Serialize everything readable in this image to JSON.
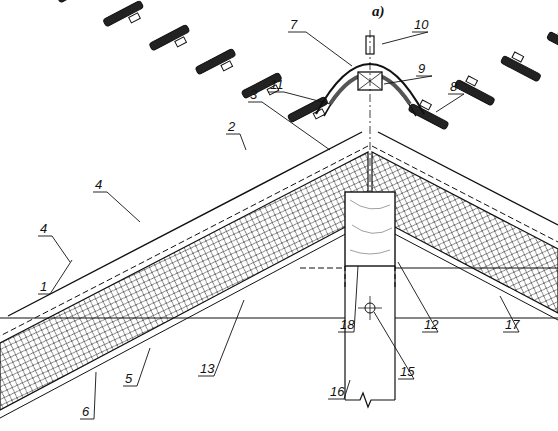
{
  "diagram": {
    "labels": [
      "a)",
      "7",
      "10",
      "9",
      "11",
      "8",
      "3",
      "2",
      "4",
      "1",
      "4",
      "18",
      "15",
      "12",
      "17",
      "13",
      "5",
      "6",
      "16"
    ]
  }
}
